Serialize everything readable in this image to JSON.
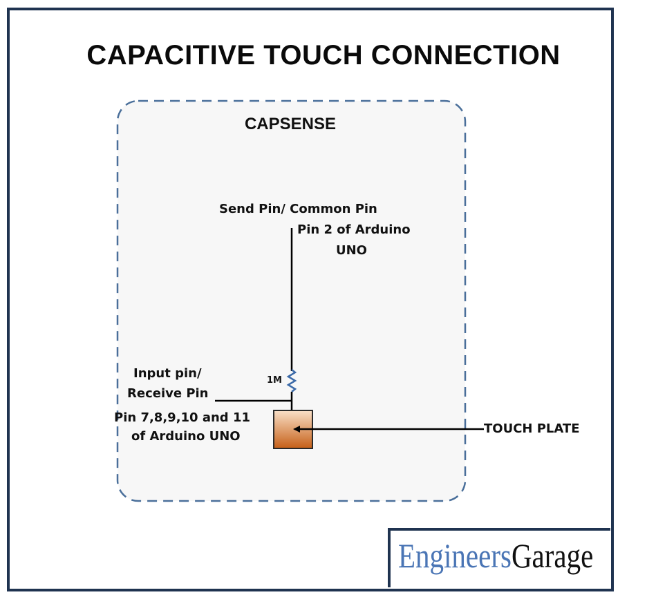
{
  "title": "CAPACITIVE TOUCH CONNECTION",
  "group_label": "CAPSENSE",
  "send_pin": {
    "line1": "Send Pin/ Common Pin",
    "line2": "Pin 2 of Arduino",
    "line3": "UNO"
  },
  "input_pin": {
    "line1": "Input pin/",
    "line2": "Receive Pin"
  },
  "input_pins_detail": {
    "line1": "Pin 7,8,9,10 and 11",
    "line2": "of Arduino UNO"
  },
  "resistor_label": "1M",
  "touch_plate_label": "TOUCH PLATE",
  "logo": {
    "part1": "Engineers",
    "part2": "Garage"
  },
  "colors": {
    "frame": "#1f3350",
    "dashed_border": "#4a6f9a",
    "group_fill": "#f7f7f7",
    "resistor": "#3c6aa8",
    "plate_top": "#f9e0c8",
    "plate_bottom": "#c65f17",
    "logo_blue": "#4a75b5"
  }
}
